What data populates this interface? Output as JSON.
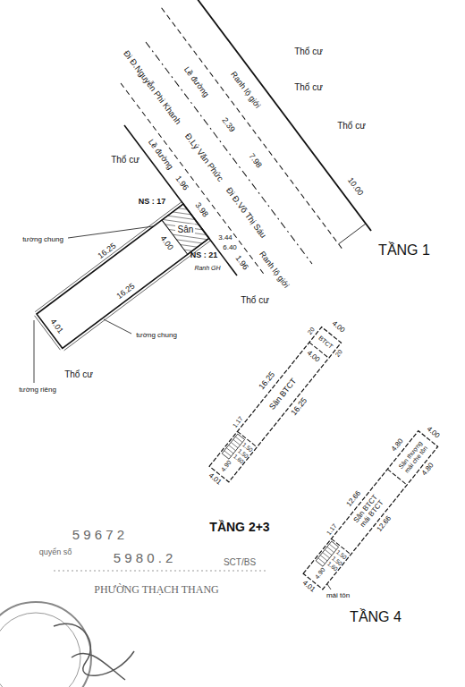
{
  "diagram": {
    "nodes": [
      {
        "text": [
          "Sân"
        ]
      },
      {
        "text": [
          "BTCT"
        ]
      },
      {
        "text": [
          "Sân BTCT"
        ]
      },
      {
        "text": [
          "Sân thượng mái che tôn"
        ]
      },
      {
        "text": [
          "Sân BTCT mái BTCT"
        ]
      }
    ],
    "labels": [
      "Thổ cư",
      "Thổ cư",
      "Lề đường",
      "Thổ cư",
      "Ranh lộ giới",
      "2.39",
      "Đi Đ.Nguyễn Phi Khanh",
      "Đ.Lý Văn Phức",
      "7.98",
      "Đi Đ.Võ Thị Sáu",
      "10.00",
      "Thổ cư",
      "Lề đường",
      "1.96",
      "NS : 17",
      "3.98",
      "4.00",
      "3.44",
      "6.40",
      "1.96",
      "Ranh lộ giới",
      "NS : 21",
      "Ranh GH",
      "Thổ cư",
      "tường chung",
      "16.25",
      "16.25",
      "tường chung",
      "4.01",
      "Thổ cư",
      "tường riêng",
      "TẦNG 1",
      "4.00",
      "20",
      "20",
      "4.00",
      "16.25",
      "16.25",
      "1.17",
      "1.50",
      "1.50",
      "1.60",
      "4.90",
      "4.01",
      "TẦNG 2+3",
      "5 9 6 7 2",
      "quyển số",
      "5 9 8 0 . 2",
      "SCT/BS",
      "PHƯỜNG THẠCH THANG",
      "4.00",
      "4.80",
      "4.80",
      "12.66",
      "12.66",
      "1.17",
      "1.50",
      "1.50",
      "1.60",
      "4.90",
      "4.01",
      "mái tôn",
      "TẦNG 4"
    ]
  }
}
